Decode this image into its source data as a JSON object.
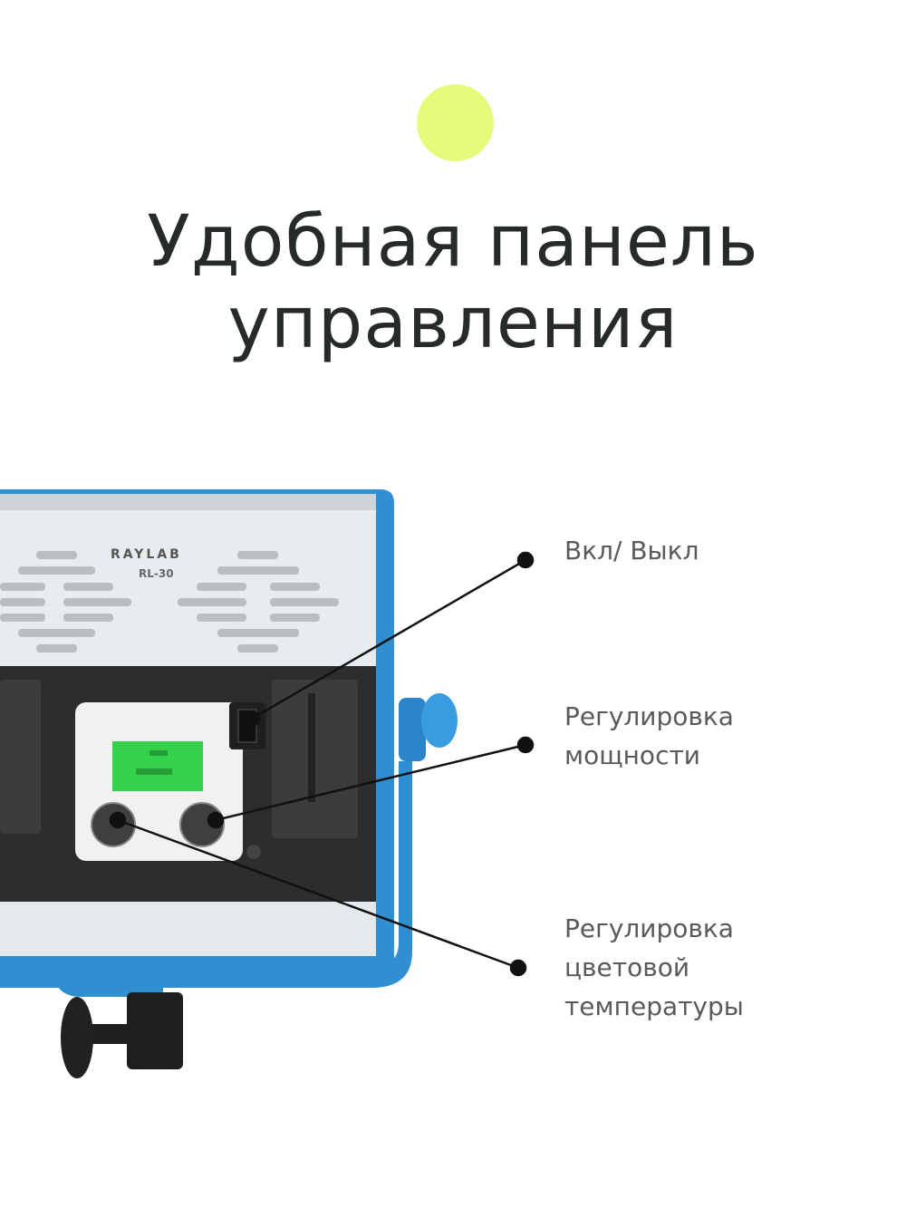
{
  "title": {
    "line1": "Удобная панель",
    "line2": "управления"
  },
  "accent_dot_color": "#e6fb7c",
  "device": {
    "brand": "RAYLAB",
    "model": "RL-30",
    "frame_color": "#2f8fd0",
    "lcd_color": "#33d24a"
  },
  "callouts": [
    {
      "lines": [
        "Вкл/ Выкл"
      ]
    },
    {
      "lines": [
        "Регулировка",
        "мощности"
      ]
    },
    {
      "lines": [
        "Регулировка",
        "цветовой",
        "температуры"
      ]
    }
  ]
}
